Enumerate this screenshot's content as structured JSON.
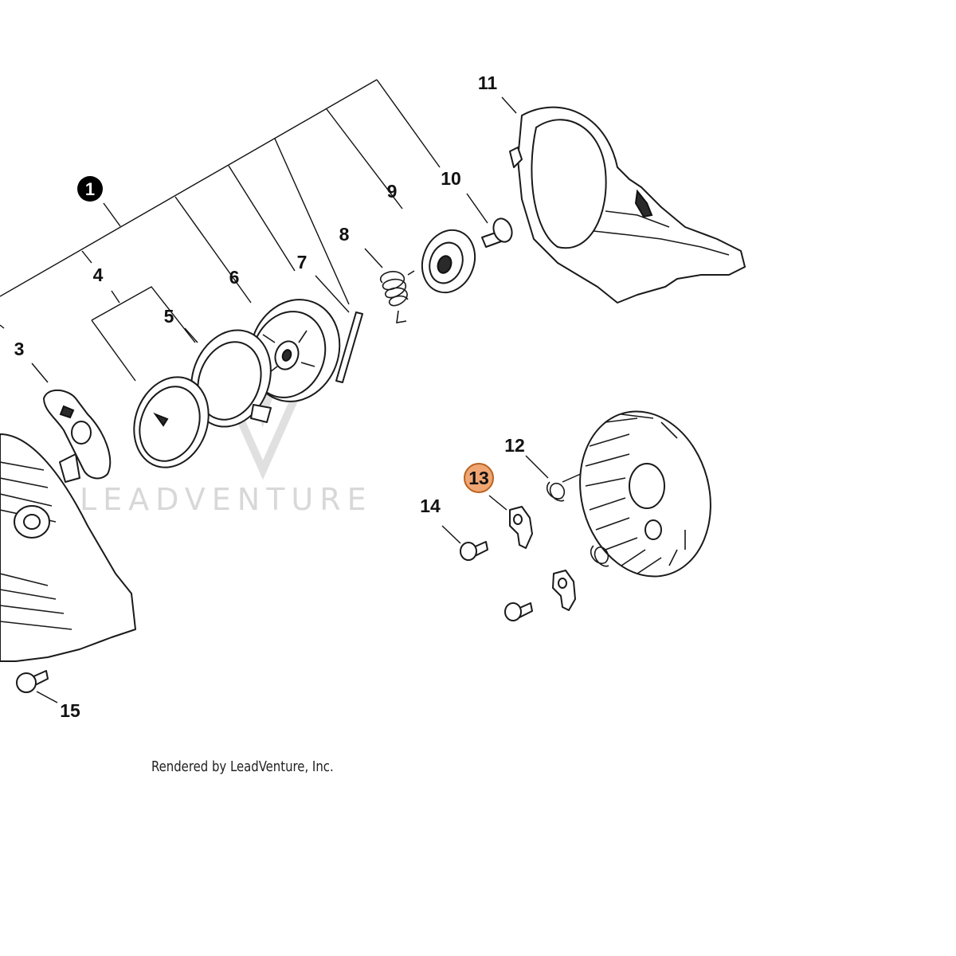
{
  "callouts": {
    "c1": "1",
    "c3": "3",
    "c4": "4",
    "c5": "5",
    "c6": "6",
    "c7": "7",
    "c8": "8",
    "c9": "9",
    "c10": "10",
    "c11": "11",
    "c12": "12",
    "c13": "13",
    "c14": "14",
    "c15": "15"
  },
  "watermark": "LEADVENTURE",
  "footer": "Rendered by LeadVenture, Inc.",
  "colors": {
    "highlight": "#f0a673",
    "highlight_border": "#b9631f",
    "callout_badge": "#000000"
  }
}
